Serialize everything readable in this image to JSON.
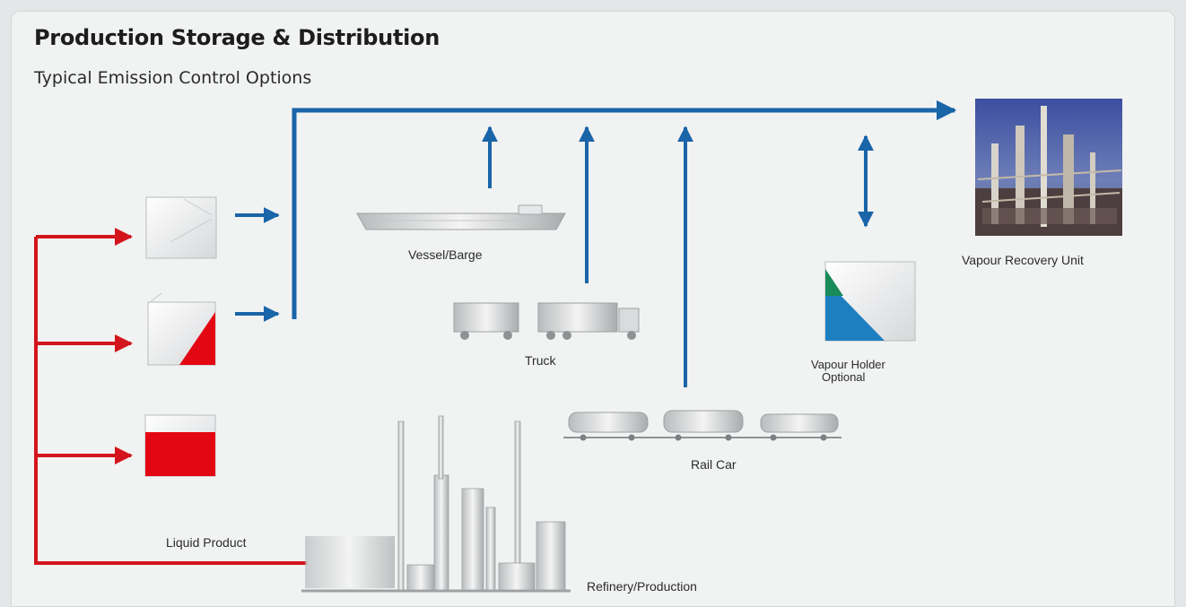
{
  "header": {
    "title": "Production Storage & Distribution",
    "subtitle": "Typical Emission Control Options"
  },
  "labels": {
    "vessel": "Vessel/Barge",
    "truck": "Truck",
    "rail": "Rail Car",
    "vapour_holder_line1": "Vapour Holder",
    "vapour_holder_line2": "Optional",
    "vru": "Vapour Recovery Unit",
    "liquid": "Liquid Product",
    "refinery": "Refinery/Production"
  },
  "colors": {
    "vapour_line": "#1a64a8",
    "liquid_line": "#d4141c",
    "tank_fill": "#e30613",
    "holder_fill": "#1e7fc0",
    "holder_accent": "#1a8a5a"
  }
}
